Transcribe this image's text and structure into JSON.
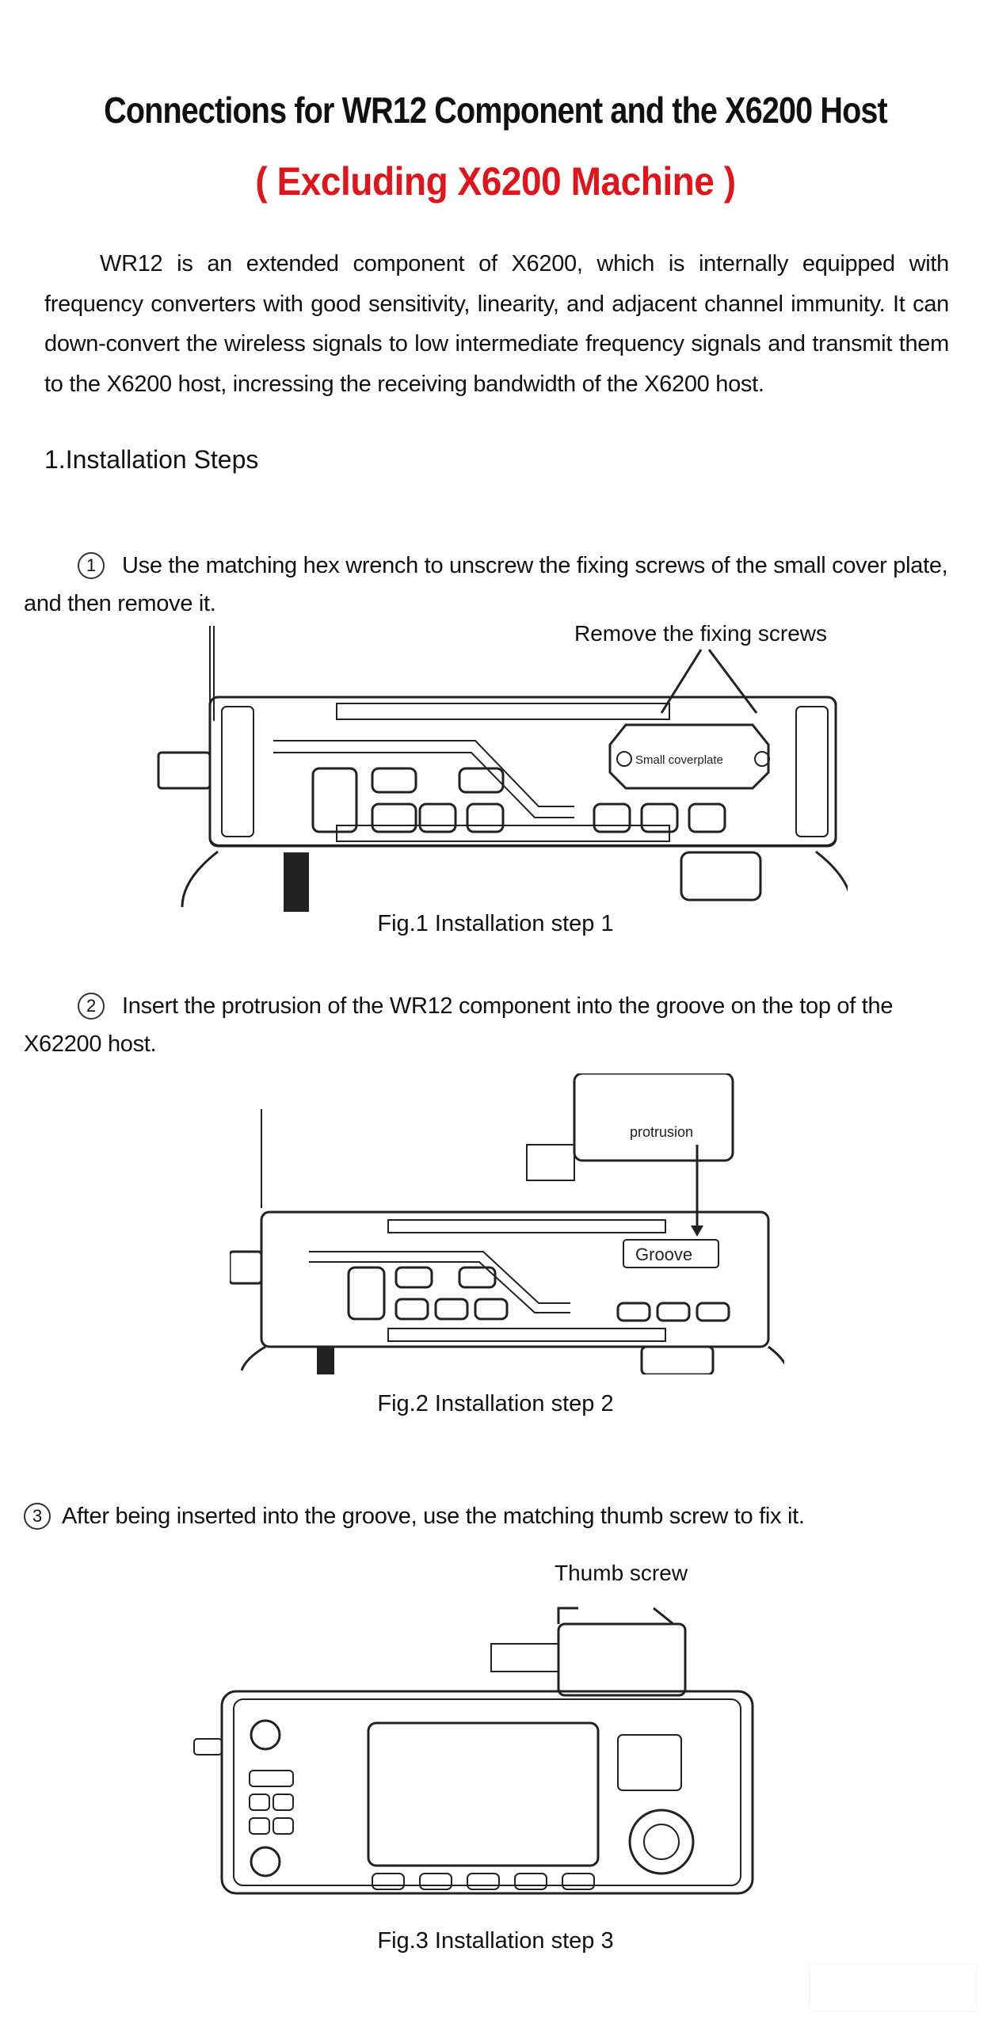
{
  "title": "Connections for WR12 Component and the X6200 Host",
  "subtitle": "( Excluding X6200 Machine )",
  "intro": "WR12 is an extended component of X6200, which is internally equipped with frequency converters with good sensitivity, linearity, and adjacent channel immunity. It can down-convert the wireless signals to low intermediate frequency signals and transmit them to the X6200 host, incressing the receiving bandwidth of the X6200 host.",
  "section_heading": "1.Installation Steps",
  "steps": [
    {
      "number": "1",
      "text": "Use the matching hex wrench to unscrew the fixing screws of the small cover plate, and then remove it.",
      "figure_labels": {
        "callout": "Remove the fixing screws",
        "part": "Small coverplate"
      },
      "caption": "Fig.1 Installation step 1"
    },
    {
      "number": "2",
      "text": "Insert the protrusion of the WR12 component into the groove on the top of the X62200 host.",
      "figure_labels": {
        "protrusion": "protrusion",
        "groove": "Groove"
      },
      "caption": "Fig.2 Installation step 2"
    },
    {
      "number": "3",
      "text": "After being inserted into the groove, use the matching thumb screw to fix it.",
      "figure_labels": {
        "callout": "Thumb screw"
      },
      "caption": "Fig.3 Installation step 3"
    }
  ]
}
